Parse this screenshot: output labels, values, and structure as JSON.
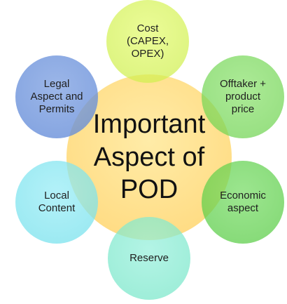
{
  "diagram": {
    "center": {
      "label": "Important\nAspect of\nPOD",
      "color": "#ffd97a"
    },
    "satellites": [
      {
        "id": "cost",
        "label": "Cost\n(CAPEX,\nOPEX)",
        "color": "#dff35a"
      },
      {
        "id": "offtaker",
        "label": "Offtaker +\nproduct\nprice",
        "color": "#86dc62"
      },
      {
        "id": "economic",
        "label": "Economic\naspect",
        "color": "#6fd253"
      },
      {
        "id": "reserve",
        "label": "Reserve",
        "color": "#8fe9d2"
      },
      {
        "id": "local",
        "label": "Local\nContent",
        "color": "#8fe4ef"
      },
      {
        "id": "legal",
        "label": "Legal\nAspect and\nPermits",
        "color": "#7597d8"
      }
    ]
  }
}
